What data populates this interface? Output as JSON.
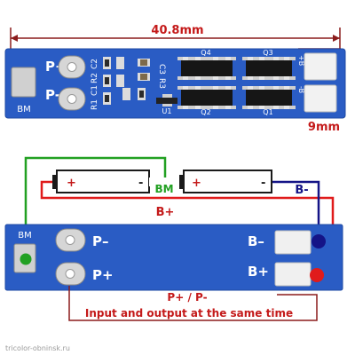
{
  "dimensions": {
    "width_label": "40.8mm",
    "height_label": "9mm"
  },
  "board_top": {
    "pad_labels": [
      "P+",
      "P-",
      "BM"
    ],
    "component_labels": [
      "R1",
      "C1",
      "R2",
      "C2",
      "C3",
      "R3",
      "U1"
    ],
    "chip_labels": [
      "Q1",
      "Q2",
      "Q3",
      "Q4"
    ],
    "battery_pad_labels": [
      "+B",
      "-B"
    ]
  },
  "batteries": {
    "left_plus": "+",
    "left_minus": "-",
    "right_plus": "+",
    "right_minus": "-"
  },
  "wires": {
    "bm_label": "BM",
    "bplus_label": "B+",
    "bminus_label": "B-"
  },
  "board_bottom": {
    "bm_label": "BM",
    "pminus_label": "P–",
    "pplus_label": "P+",
    "bminus_label": "B–",
    "bplus_label": "B+"
  },
  "caption": {
    "line1": "P+ / P-",
    "line2": "Input and output at the same time"
  },
  "watermark": "tricolor-obninsk.ru",
  "colors": {
    "board_blue": "#2a5cc4",
    "wire_red": "#e01b1b",
    "wire_green": "#22a022",
    "wire_blue": "#141487",
    "dim_red": "#c41a1a"
  }
}
